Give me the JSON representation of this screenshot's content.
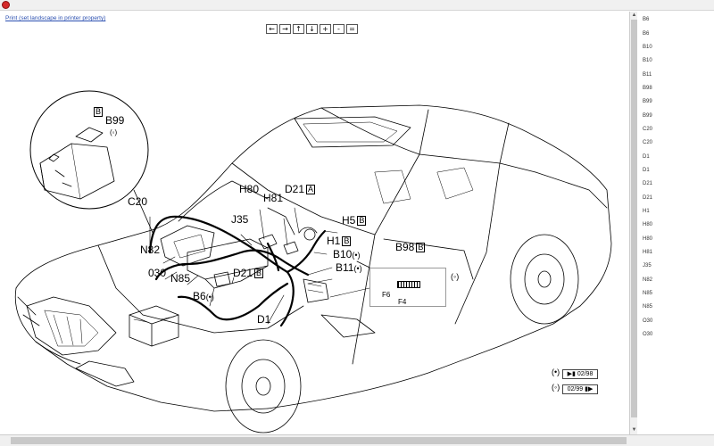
{
  "header": {
    "print_link": "Print (set landscape in printer property)"
  },
  "toolbar": {
    "buttons": [
      "←",
      "→",
      "↑",
      "↓",
      "+",
      "-",
      "="
    ]
  },
  "diagram": {
    "labels": {
      "b99_box": "B",
      "b99": "B99",
      "b99_note": "(◦)",
      "c20": "C20",
      "h80": "H80",
      "d21a": "D21",
      "d21a_box": "A",
      "h81": "H81",
      "j35": "J35",
      "h5": "H5",
      "h5_box": "B",
      "h1": "H1",
      "h1_box": "B",
      "b10": "B10",
      "b10_note": "(•)",
      "b11": "B11",
      "b11_note": "(•)",
      "b98": "B98",
      "b98_box": "B",
      "n82": "N82",
      "o30": "030",
      "n85": "N85",
      "d21b": "D21",
      "d21b_box": "B",
      "b6": "B6",
      "b6_note": "(•)",
      "d1": "D1",
      "f6": "F6",
      "f4": "F4",
      "inset_note": "(◦)"
    },
    "nav": {
      "filled_symbol": "(•)",
      "filled_button": "▶▮ 02/98",
      "hollow_symbol": "(◦)",
      "hollow_button": "02/99 ▮▶"
    }
  },
  "sidebar": {
    "items": [
      "B6",
      "B6",
      "B10",
      "B10",
      "B11",
      "B98",
      "B99",
      "B99",
      "C20",
      "C20",
      "D1",
      "D1",
      "D21",
      "D21",
      "H1",
      "H80",
      "H80",
      "H81",
      "J35",
      "N82",
      "N85",
      "N85",
      "O30",
      "O30"
    ]
  }
}
